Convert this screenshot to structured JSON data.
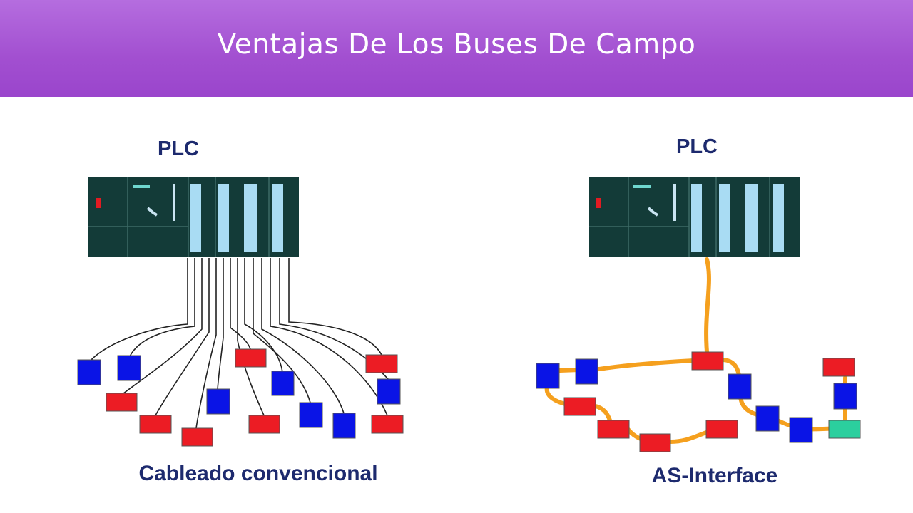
{
  "slide": {
    "title": "Ventajas De Los Buses De Campo"
  },
  "diagram_left": {
    "plc_label": "PLC",
    "caption": "Cableado convencional"
  },
  "diagram_right": {
    "plc_label": "PLC",
    "caption": "AS-Interface"
  },
  "colors": {
    "header": "#a24fd0",
    "plc_body": "#133b38",
    "slot": "#a9dcf3",
    "device_red": "#ec1c24",
    "device_blue": "#0a14e6",
    "bus_cable": "#f5a01e",
    "gateway": "#2bcf9e",
    "label_text": "#1d2a6e"
  }
}
